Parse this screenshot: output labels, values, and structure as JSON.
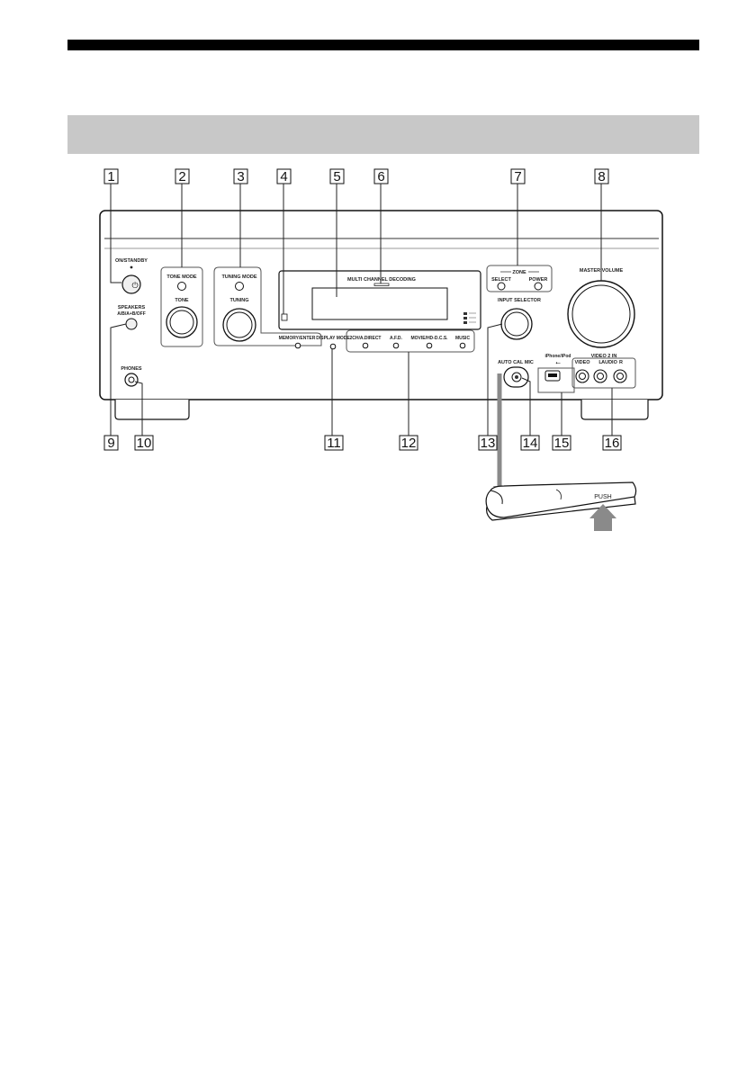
{
  "page": {
    "header_bar": "",
    "section_heading": ""
  },
  "callouts": [
    "1",
    "2",
    "3",
    "4",
    "5",
    "6",
    "7",
    "8",
    "9",
    "10",
    "11",
    "12",
    "13",
    "14",
    "15",
    "16"
  ],
  "panel": {
    "on_standby": "ON/STANDBY",
    "power_symbol": "⏻",
    "speakers": "SPEAKERS",
    "speakers_ab": "A/B/A+B/OFF",
    "phones": "PHONES",
    "tone_mode": "TONE MODE",
    "tone": "TONE",
    "tuning_mode": "TUNING MODE",
    "tuning": "TUNING",
    "multi_channel_decoding": "MULTI CHANNEL DECODING",
    "memory_enter": "MEMORY/ENTER",
    "display_mode": "DISPLAY MODE",
    "twoch_direct": "2CH/A.DIRECT",
    "afd": "A.F.D.",
    "movie": "MOVIE/HD-D.C.S.",
    "music": "MUSIC",
    "zone": "ZONE",
    "select": "SELECT",
    "power": "POWER",
    "master_volume": "MASTER VOLUME",
    "input_selector": "INPUT SELECTOR",
    "auto_cal_mic": "AUTO CAL MIC",
    "iphone_ipod": "iPhone/iPod",
    "usb_symbol": "⭠",
    "video2_in": "VIDEO 2 IN",
    "video": "VIDEO",
    "l": "L",
    "audio": "AUDIO",
    "r": "R",
    "push": "PUSH"
  },
  "colors": {
    "band": "#c8c8c8",
    "ink": "#222222",
    "arrow": "#8a8a8a"
  }
}
